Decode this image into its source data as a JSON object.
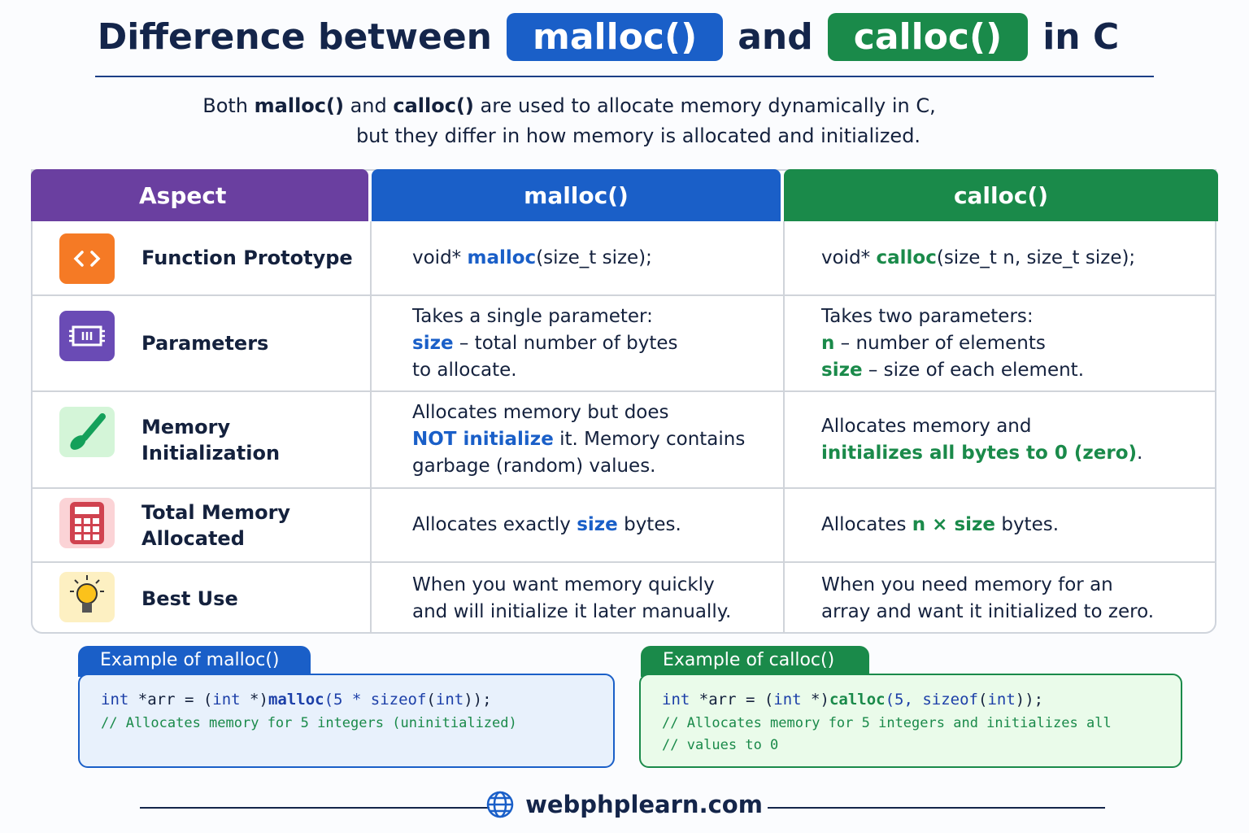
{
  "title": {
    "prefix": "Difference between",
    "malloc": "malloc()",
    "and": "and",
    "calloc": "calloc()",
    "suffix": "in C"
  },
  "intro": {
    "l1a": "Both ",
    "l1b": "malloc()",
    "l1c": " and ",
    "l1d": "calloc()",
    "l1e": " are used to allocate memory dynamically in C,",
    "l2": "but they differ in how memory is allocated and initialized."
  },
  "headers": {
    "aspect": "Aspect",
    "malloc": "malloc()",
    "calloc": "calloc()"
  },
  "rows": [
    {
      "aspect": "Function Prototype",
      "icon": "code-icon",
      "m": [
        "void* ",
        "malloc",
        "(size_t size);"
      ],
      "c": [
        "void* ",
        "calloc",
        "(size_t n, size_t size);"
      ]
    },
    {
      "aspect": "Parameters",
      "icon": "chip-icon",
      "m": [
        "Takes a single parameter:",
        "size",
        " – total number of bytes",
        "to allocate."
      ],
      "c": [
        "Takes two parameters:",
        "n",
        " – number of elements",
        "size",
        " – size of each element."
      ]
    },
    {
      "aspect": "Memory Initialization",
      "icon": "brush-icon",
      "m": [
        "Allocates memory but does",
        "NOT initialize",
        " it. Memory contains",
        "garbage (random) values."
      ],
      "c": [
        "Allocates memory and",
        "initializes all bytes to 0 (zero)",
        "."
      ]
    },
    {
      "aspect1": "Total Memory",
      "aspect2": "Allocated",
      "icon": "calculator-icon",
      "m": [
        "Allocates exactly ",
        "size",
        " bytes."
      ],
      "c": [
        "Allocates ",
        "n × size",
        " bytes."
      ]
    },
    {
      "aspect": "Best Use",
      "icon": "lightbulb-icon",
      "m": [
        "When you want memory quickly",
        "and will initialize it later manually."
      ],
      "c": [
        "When you need memory for an",
        "array and want it initialized to zero."
      ]
    }
  ],
  "examples": {
    "malloc": {
      "label": "Example of malloc()",
      "code": [
        "int",
        " *arr = (",
        "int",
        " *)",
        "malloc",
        "(5 * ",
        "sizeof",
        "(",
        "int",
        "));"
      ],
      "comment": "// Allocates memory for 5 integers (uninitialized)"
    },
    "calloc": {
      "label": "Example of calloc()",
      "code": [
        "int",
        " *arr = (",
        "int",
        " *)",
        "calloc",
        "(5, ",
        "sizeof",
        "(",
        "int",
        "));"
      ],
      "comment1": "// Allocates memory for 5 integers and initializes all",
      "comment2": "// values to 0"
    }
  },
  "footer": {
    "site": "webphplearn.com"
  },
  "colors": {
    "purple": "#6a3fa0",
    "blue": "#1a5fc8",
    "green": "#1a8a4a",
    "navy": "#14254a"
  }
}
